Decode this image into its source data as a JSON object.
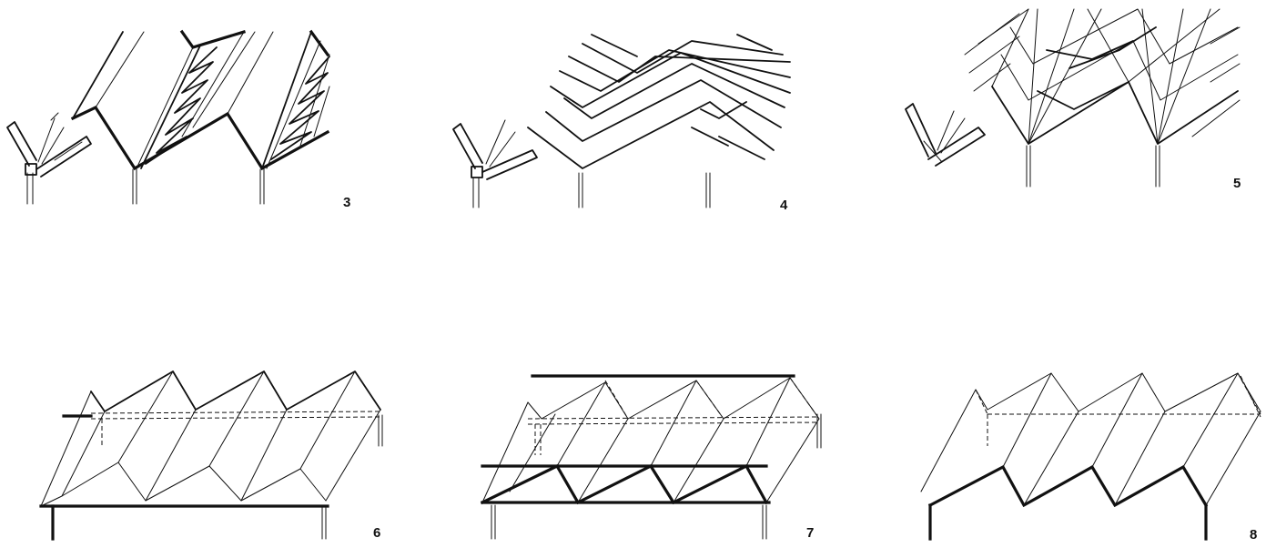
{
  "figures": [
    {
      "id": "fig-3",
      "number": "3"
    },
    {
      "id": "fig-4",
      "number": "4"
    },
    {
      "id": "fig-5",
      "number": "5"
    },
    {
      "id": "fig-6",
      "number": "6"
    },
    {
      "id": "fig-7",
      "number": "7"
    },
    {
      "id": "fig-8",
      "number": "8"
    }
  ],
  "colors": {
    "ink": "#111111",
    "paper": "#ffffff"
  }
}
